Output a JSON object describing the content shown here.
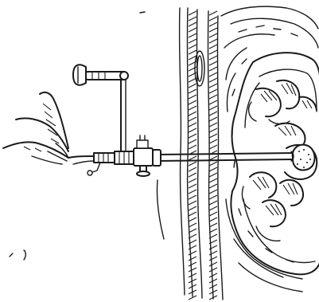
{
  "figure": {
    "kind": "line illustration",
    "palette": {
      "ink": "#1a1a1a",
      "paper": "#ffffff"
    },
    "parts": [
      "hand",
      "nephroscope",
      "eyepiece",
      "back-wall",
      "kidney",
      "renal-pelvis",
      "calyces",
      "kidney-stone"
    ]
  }
}
